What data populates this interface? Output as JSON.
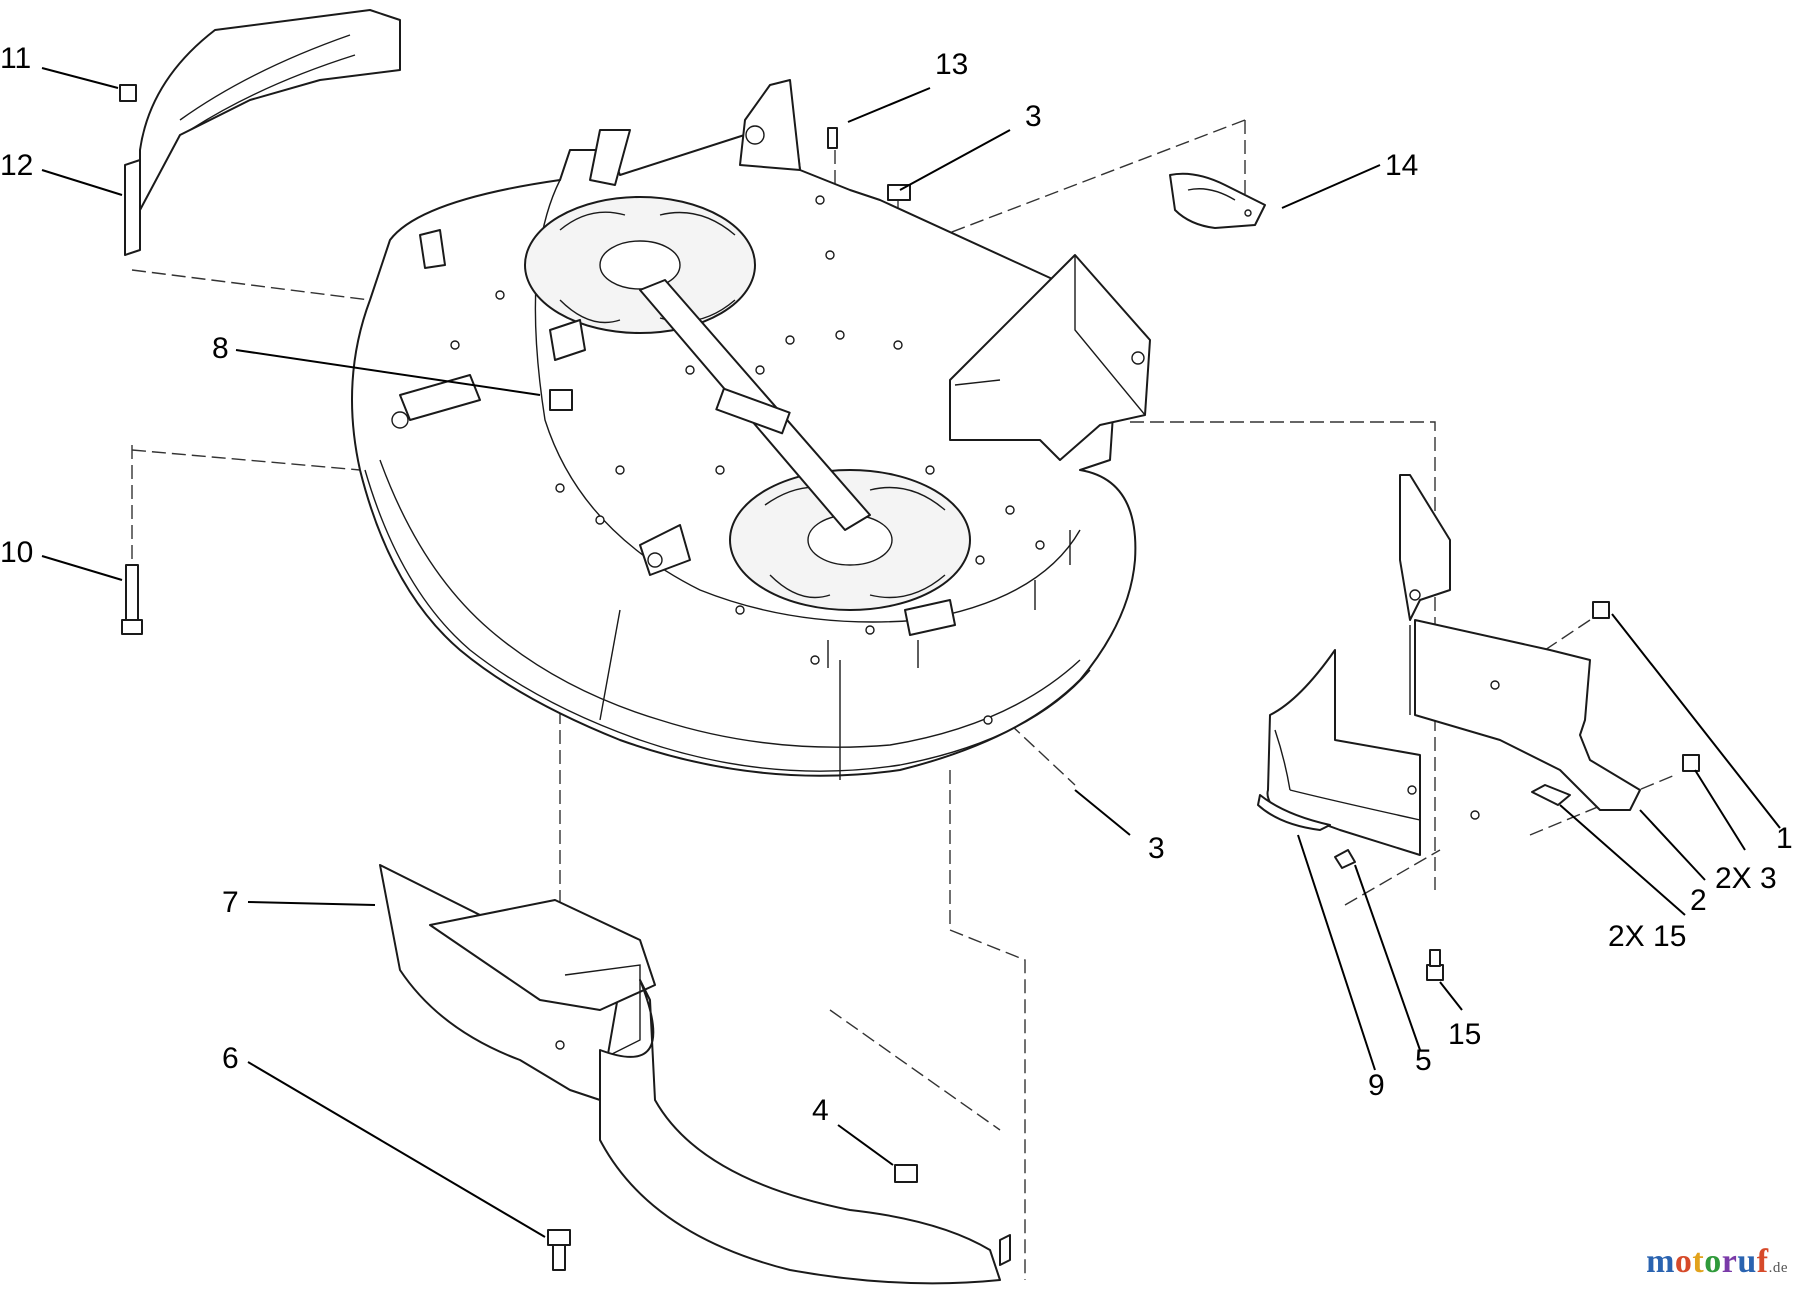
{
  "callouts": [
    {
      "id": "c11",
      "label": "11"
    },
    {
      "id": "c12",
      "label": "12"
    },
    {
      "id": "c13",
      "label": "13"
    },
    {
      "id": "c3a",
      "label": "3"
    },
    {
      "id": "c14",
      "label": "14"
    },
    {
      "id": "c8",
      "label": "8"
    },
    {
      "id": "c10",
      "label": "10"
    },
    {
      "id": "c3b",
      "label": "3"
    },
    {
      "id": "c7",
      "label": "7"
    },
    {
      "id": "c6",
      "label": "6"
    },
    {
      "id": "c4",
      "label": "4"
    },
    {
      "id": "c1",
      "label": "1"
    },
    {
      "id": "c2x3",
      "label": "2X 3"
    },
    {
      "id": "c2",
      "label": "2"
    },
    {
      "id": "c2x15",
      "label": "2X 15"
    },
    {
      "id": "c15",
      "label": "15"
    },
    {
      "id": "c5",
      "label": "5"
    },
    {
      "id": "c9",
      "label": "9"
    }
  ],
  "watermark": {
    "brand": "motoruf",
    "suffix": ".de"
  }
}
